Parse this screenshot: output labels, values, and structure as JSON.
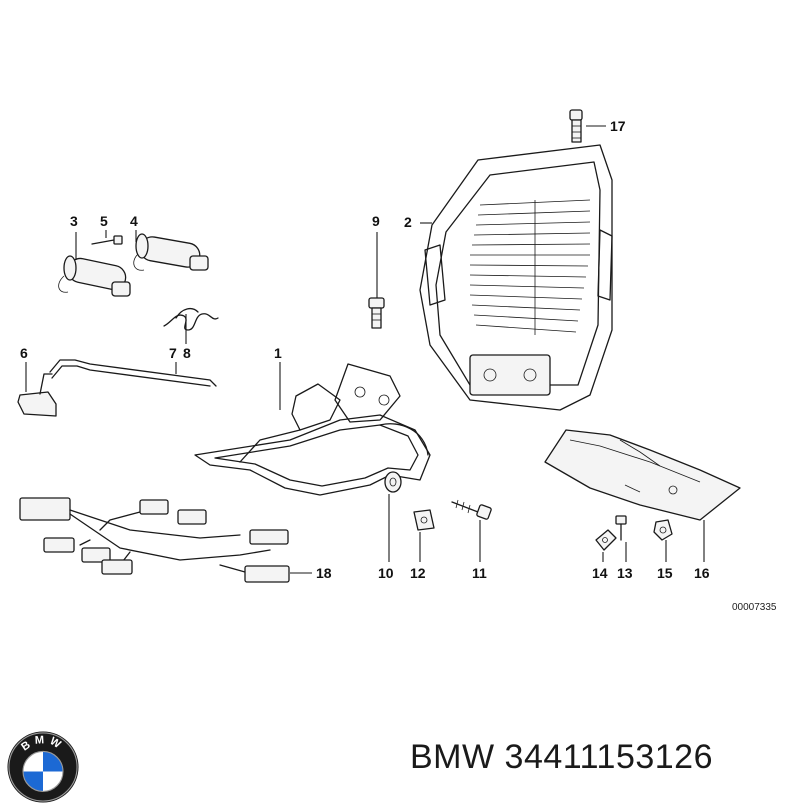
{
  "diagram": {
    "reference_number": "00007335",
    "callouts": [
      "1",
      "2",
      "3",
      "4",
      "5",
      "6",
      "7",
      "8",
      "9",
      "10",
      "11",
      "12",
      "13",
      "14",
      "15",
      "16",
      "17",
      "18"
    ]
  },
  "brand": {
    "text": "BMW 34411153126",
    "logo_lettering": "BMW",
    "colors": {
      "blue": "#1c69d4",
      "white": "#ffffff",
      "ring": "#1a1a1a",
      "silver": "#9a9a9a"
    }
  }
}
